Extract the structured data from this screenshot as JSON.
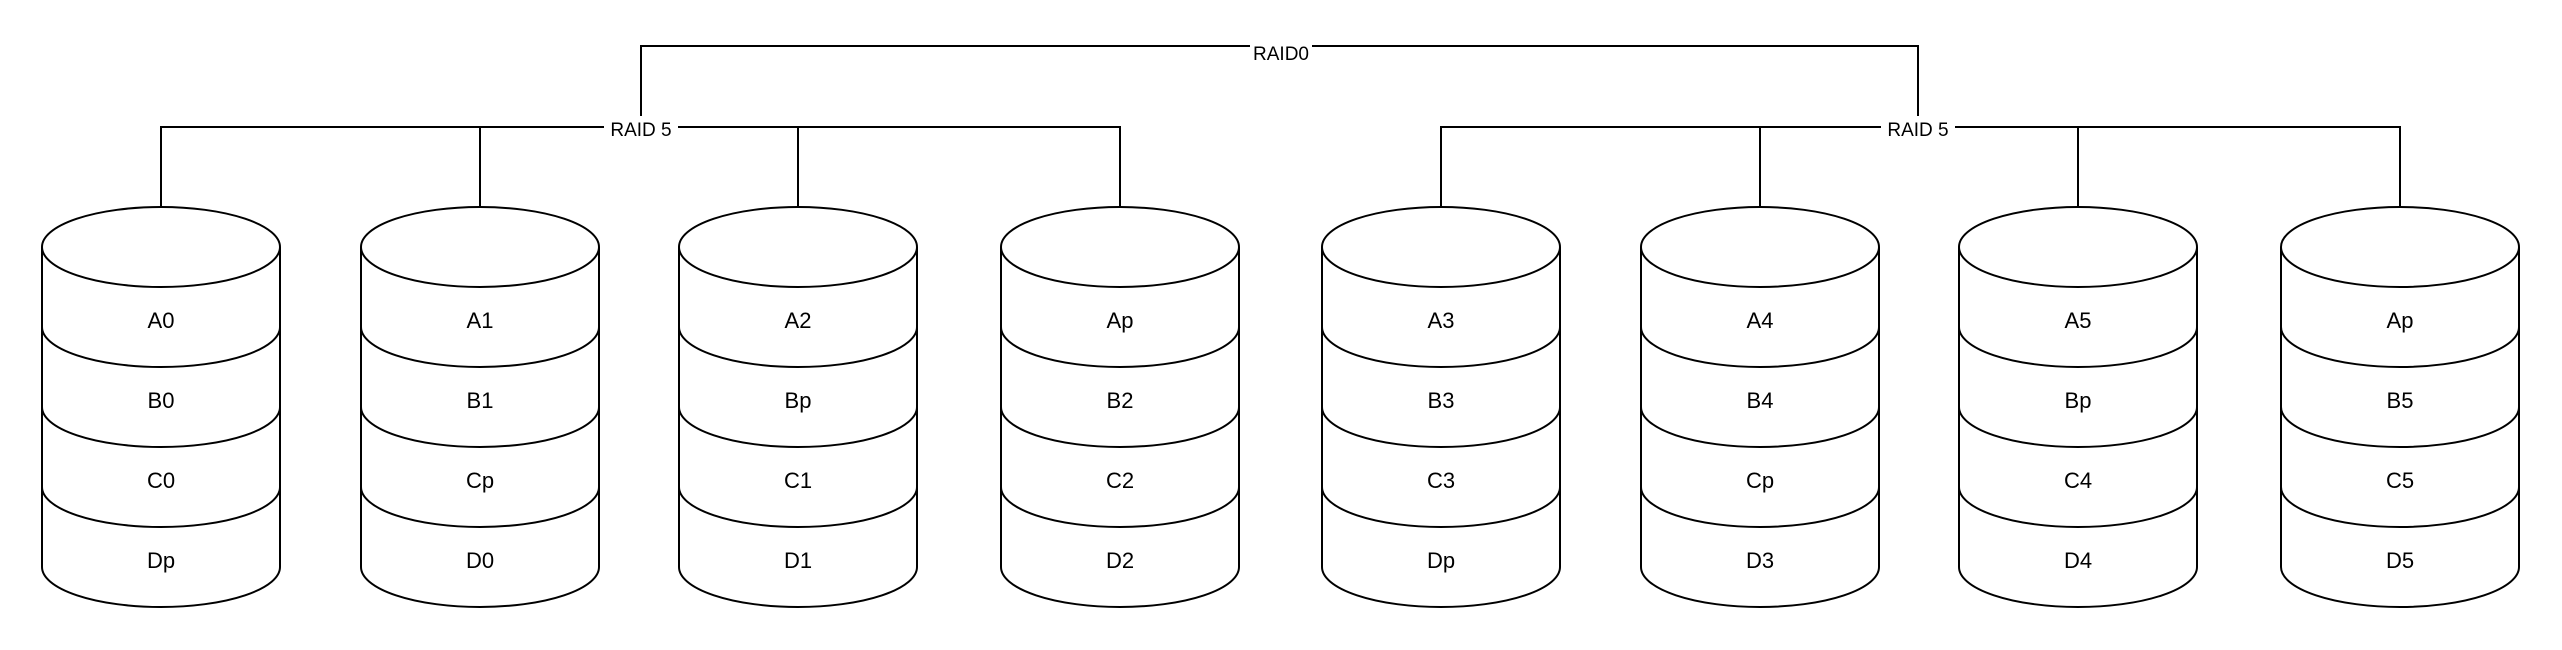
{
  "raid0": {
    "label": "RAID0"
  },
  "groups": [
    {
      "label": "RAID 5",
      "disks": [
        {
          "blocks": [
            "A0",
            "B0",
            "C0",
            "Dp"
          ]
        },
        {
          "blocks": [
            "A1",
            "B1",
            "Cp",
            "D0"
          ]
        },
        {
          "blocks": [
            "A2",
            "Bp",
            "C1",
            "D1"
          ]
        },
        {
          "blocks": [
            "Ap",
            "B2",
            "C2",
            "D2"
          ]
        }
      ]
    },
    {
      "label": "RAID 5",
      "disks": [
        {
          "blocks": [
            "A3",
            "B3",
            "C3",
            "Dp"
          ]
        },
        {
          "blocks": [
            "A4",
            "B4",
            "Cp",
            "D3"
          ]
        },
        {
          "blocks": [
            "A5",
            "Bp",
            "C4",
            "D4"
          ]
        },
        {
          "blocks": [
            "Ap",
            "B5",
            "C5",
            "D5"
          ]
        }
      ]
    }
  ]
}
